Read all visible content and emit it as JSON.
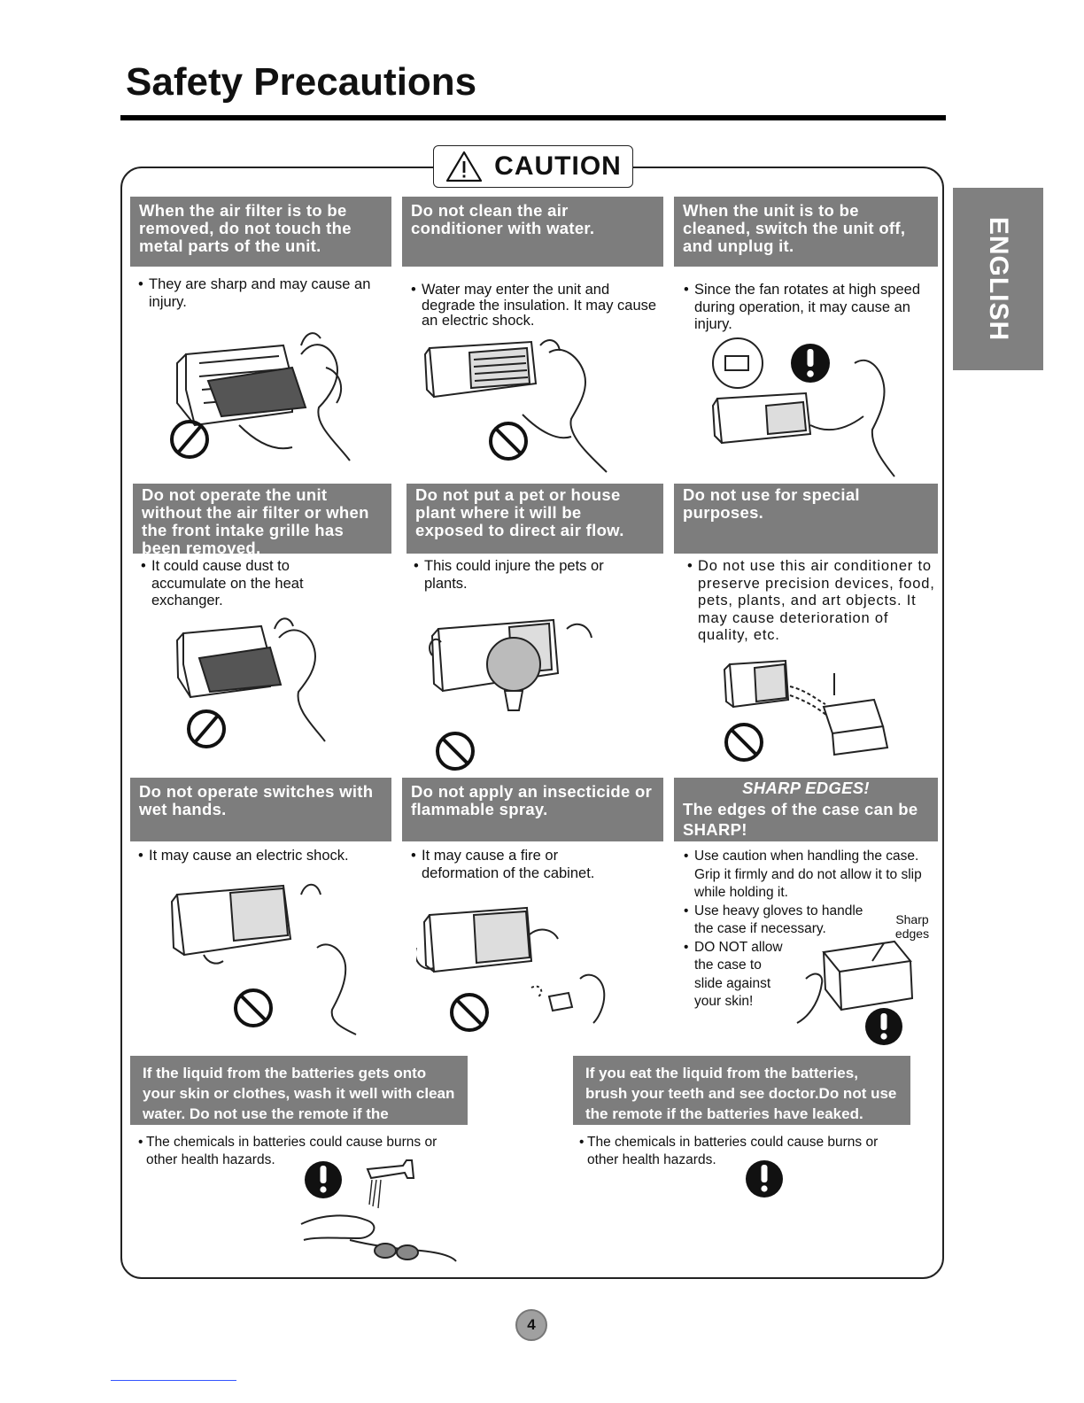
{
  "page": {
    "title": "Safety Precautions",
    "caution": "CAUTION",
    "language_tab": "ENGLISH",
    "page_number": "4"
  },
  "panels": [
    {
      "header": "When the air filter is to be removed, do not touch the metal parts of the unit.",
      "text": "They are sharp and may cause an injury.",
      "icon": "prohibition-icon"
    },
    {
      "header": "Do not clean the air conditioner with water.",
      "text": "Water may enter the unit and degrade the insulation. It may cause an electric shock.",
      "icon": "prohibition-icon"
    },
    {
      "header": "When the unit is to be cleaned, switch the unit off, and unplug it.",
      "text": "Since the fan rotates at high speed during operation, it may cause an injury.",
      "icon": "mandatory-icon"
    },
    {
      "header": "Do not operate the unit without the air filter or when the front intake grille has been removed.",
      "text": "It could cause dust to accumulate on the heat exchanger.",
      "icon": "prohibition-icon"
    },
    {
      "header": "Do not put a pet or house plant where it will be exposed to direct air flow.",
      "text": "This could injure the pets or plants.",
      "icon": "prohibition-icon"
    },
    {
      "header": "Do not use for special purposes.",
      "text": "Do not use this air conditioner to preserve precision devices, food, pets, plants, and art objects. It may cause deterioration of quality, etc.",
      "icon": "prohibition-icon"
    },
    {
      "header": "Do not operate switches with wet hands.",
      "text": "It may cause an electric shock.",
      "icon": "prohibition-icon"
    },
    {
      "header": "Do not apply an insecticide or flammable spray.",
      "text": "It may cause a fire or deformation of the cabinet.",
      "icon": "prohibition-icon"
    },
    {
      "header_emphasis": "SHARP EDGES!",
      "header": "The edges of the case can be SHARP!",
      "bullets": [
        "Use caution when handling the case. Grip it firmly and do not allow it to slip while holding it.",
        "Use heavy gloves to handle the case if necessary.",
        "DO NOT allow the case to slide against your skin!"
      ],
      "label": "Sharp edges",
      "icon": "mandatory-icon"
    }
  ],
  "battery_panels": [
    {
      "header": "If the liquid from the batteries gets onto your skin or clothes, wash it well with clean water. Do not use the remote if the batteries have leaked.",
      "text": "The chemicals in batteries could cause burns or other health hazards.",
      "icon": "mandatory-icon"
    },
    {
      "header": "If you eat the liquid from the batteries, brush your teeth and see doctor.Do not use the remote if the batteries have leaked.",
      "text": "The chemicals in batteries could cause burns or other health hazards.",
      "icon": "mandatory-icon"
    }
  ],
  "colors": {
    "header_bg": "#7d7d7d",
    "tab_bg": "#808080",
    "text": "#111111"
  }
}
